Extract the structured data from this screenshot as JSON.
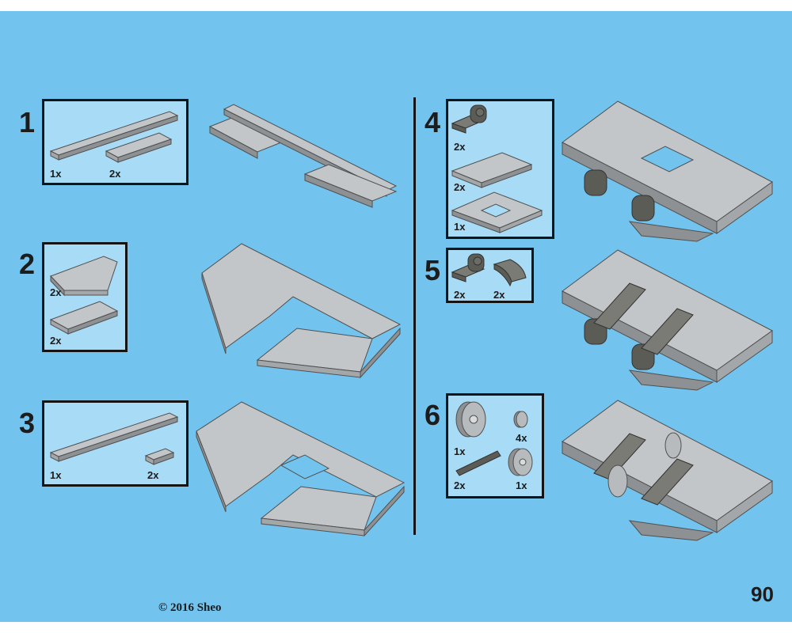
{
  "page": {
    "background_color": "#72c3ee",
    "parts_box_color": "#a8dbf5",
    "page_number": "90",
    "copyright": "© 2016 Sheo"
  },
  "steps": [
    {
      "number": "1",
      "parts": [
        {
          "name": "1x10 plate light gray",
          "qty": "1x"
        },
        {
          "name": "2x4 plate light gray",
          "qty": "2x"
        }
      ]
    },
    {
      "number": "2",
      "parts": [
        {
          "name": "4x4 wedge plate light gray",
          "qty": "2x"
        },
        {
          "name": "2x4 plate light gray",
          "qty": "2x"
        }
      ]
    },
    {
      "number": "3",
      "parts": [
        {
          "name": "1x10 plate light gray",
          "qty": "1x"
        },
        {
          "name": "1x2 plate light gray",
          "qty": "2x"
        }
      ]
    },
    {
      "number": "4",
      "parts": [
        {
          "name": "plate with pin hole dark gray",
          "qty": "2x"
        },
        {
          "name": "4x6 tile plate light gray",
          "qty": "2x"
        },
        {
          "name": "4x4 open plate light gray",
          "qty": "1x"
        }
      ]
    },
    {
      "number": "5",
      "parts": [
        {
          "name": "plate with pin hole dark gray",
          "qty": "2x"
        },
        {
          "name": "curved slope dark gray",
          "qty": "2x"
        }
      ]
    },
    {
      "number": "6",
      "parts": [
        {
          "name": "large wheel light gray",
          "qty": "1x"
        },
        {
          "name": "small wheel light gray",
          "qty": "4x"
        },
        {
          "name": "axle dark gray",
          "qty": "2x"
        },
        {
          "name": "medium wheel light gray",
          "qty": "1x"
        }
      ]
    }
  ]
}
